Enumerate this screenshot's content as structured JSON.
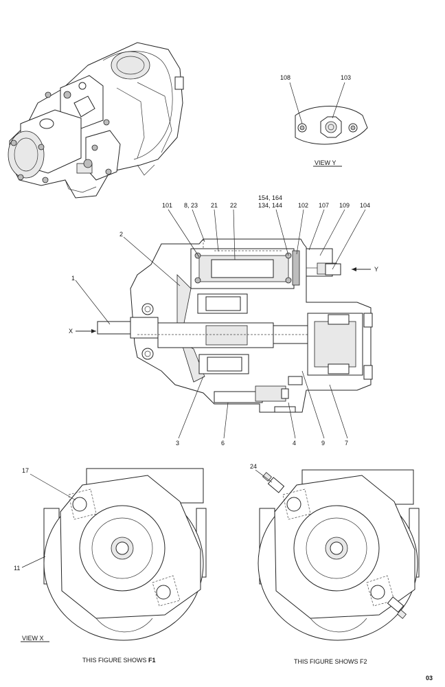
{
  "view_y": {
    "title": "VIEW  Y",
    "callouts": [
      "108",
      "103"
    ]
  },
  "section": {
    "callouts_top": [
      "101",
      "8, 23",
      "21",
      "22",
      "154, 164",
      "134, 144",
      "102",
      "107",
      "109",
      "104"
    ],
    "callouts_left": [
      "2",
      "1"
    ],
    "callouts_bottom": [
      "3",
      "6",
      "4",
      "9",
      "7"
    ],
    "arrow_x": "X",
    "arrow_y": "Y"
  },
  "view_x": {
    "title": "VIEW  X",
    "callouts_f1": [
      "17",
      "11"
    ],
    "callouts_f2": [
      "24"
    ],
    "caption_f1_prefix": "THIS FIGURE SHOWS",
    "caption_f1_variant": "F1",
    "caption_f2": "THIS FIGURE SHOWS  F2"
  },
  "page_number": "03"
}
